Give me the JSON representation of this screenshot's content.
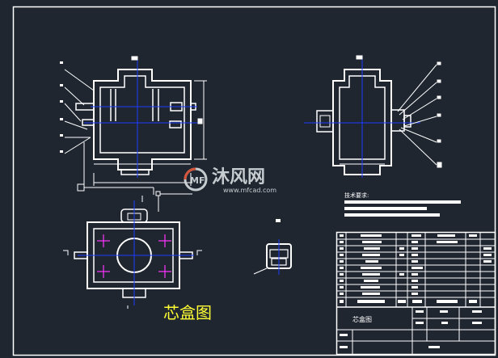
{
  "drawing": {
    "caption": "芯盒图",
    "title_block_name": "芯盒图",
    "tech_req_heading": "技术要求:"
  },
  "watermark": {
    "brand_cn": "沐风网",
    "brand_url": "www.mfcad.com",
    "logo_letters": "MF"
  },
  "colors": {
    "background": "#1f2630",
    "frame": "#ffffff",
    "centerline": "#1d3cff",
    "hole_marks": "#ff33ff",
    "caption": "#ffff33",
    "watermark": "#d4d9dc",
    "logo_accent": "#e4573a"
  }
}
